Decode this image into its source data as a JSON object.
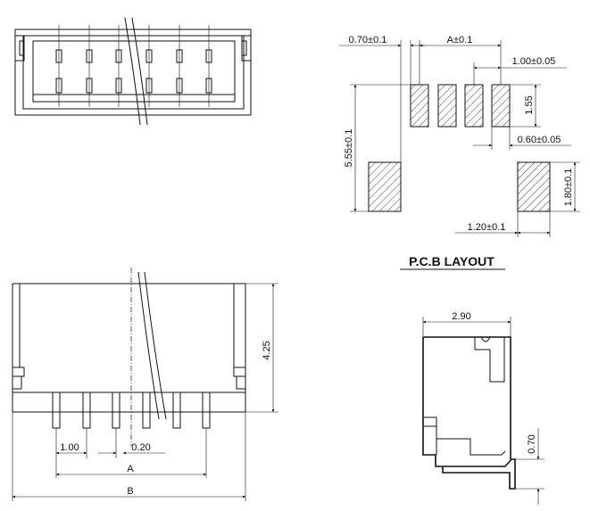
{
  "pcb_layout": {
    "title": "P.C.B LAYOUT",
    "dims": {
      "pad_offset": "0.70±0.1",
      "pitch": "A±0.1",
      "pad_spacing": "1.00±0.05",
      "pad_length": "1.55",
      "pad_width": "0.60±0.05",
      "row_distance": "5.55±0.1",
      "mount_pad_height": "1.80±0.1",
      "mount_pad_width": "1.20±0.1"
    }
  },
  "front_view": {
    "dims": {
      "height": "4.25",
      "pin_pitch": "1.00",
      "pin_width": "0.20",
      "span_a": "A",
      "span_b": "B"
    }
  },
  "side_view": {
    "dims": {
      "depth": "2.90",
      "pin_thickness": "0.70"
    }
  }
}
